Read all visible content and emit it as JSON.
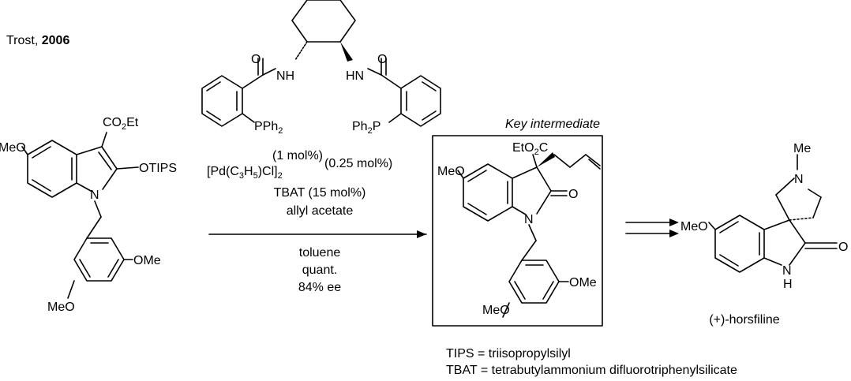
{
  "header": {
    "author": "Trost, ",
    "year": "2006"
  },
  "ligand": {
    "carbonyl_left": "O",
    "carbonyl_right": "O",
    "amide_left": "NH",
    "amide_right": "HN",
    "phosphine_left_text": "PPh",
    "phosphine_left_sub": "2",
    "phosphine_right_text": "Ph",
    "phosphine_right_sub": "2",
    "phosphine_right_tail": "P"
  },
  "reagents": {
    "loading_1": "(1 mol%)",
    "loading_2": "(0.25 mol%)",
    "pd_a": "[Pd(C",
    "pd_sub1": "3",
    "pd_b": "H",
    "pd_sub2": "5",
    "pd_c": ")Cl]",
    "pd_sub3": "2",
    "tbat": "TBAT (15 mol%)",
    "allyl": "allyl acetate",
    "solvent": "toluene",
    "yield": "quant.",
    "ee": "84% ee"
  },
  "start_material": {
    "ester_a": "CO",
    "ester_sub": "2",
    "ester_b": "Et",
    "methoxy_top": "MeO",
    "otips": "OTIPS",
    "nitrogen": "N",
    "methoxy_ring": "OMe",
    "methoxy_bottom": "MeO"
  },
  "intermediate": {
    "label": "Key intermediate",
    "ester_a": "EtO",
    "ester_sub": "2",
    "ester_b": "C",
    "methoxy_top": "MeO",
    "oxygen": "O",
    "nitrogen": "N",
    "methoxy_ring": "OMe",
    "methoxy_bottom": "MeO"
  },
  "product": {
    "methyl": "Me",
    "nitrogen_top": "N",
    "methoxy": "MeO",
    "oxygen": "O",
    "nh_n": "N",
    "nh_h": "H",
    "name": "(+)-horsfiline"
  },
  "footnotes": {
    "tips": "TIPS = triisopropylsilyl",
    "tbat": "TBAT = tetrabutylammonium difluorotriphenylsilicate"
  }
}
